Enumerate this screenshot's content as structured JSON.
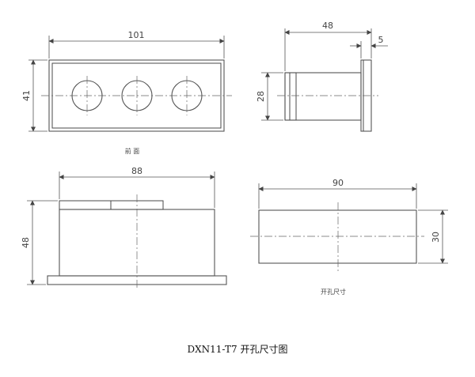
{
  "caption": "DXN11-T7 开孔尺寸图",
  "front_view": {
    "width_label": "101",
    "height_label": "41",
    "view_label": "前 面"
  },
  "side_view": {
    "depth_label": "48",
    "flange_label": "5",
    "height_label": "28"
  },
  "bottom_left_view": {
    "width_label": "88",
    "height_label": "48"
  },
  "cutout_view": {
    "width_label": "90",
    "height_label": "30",
    "view_label": "开孔尺寸"
  }
}
